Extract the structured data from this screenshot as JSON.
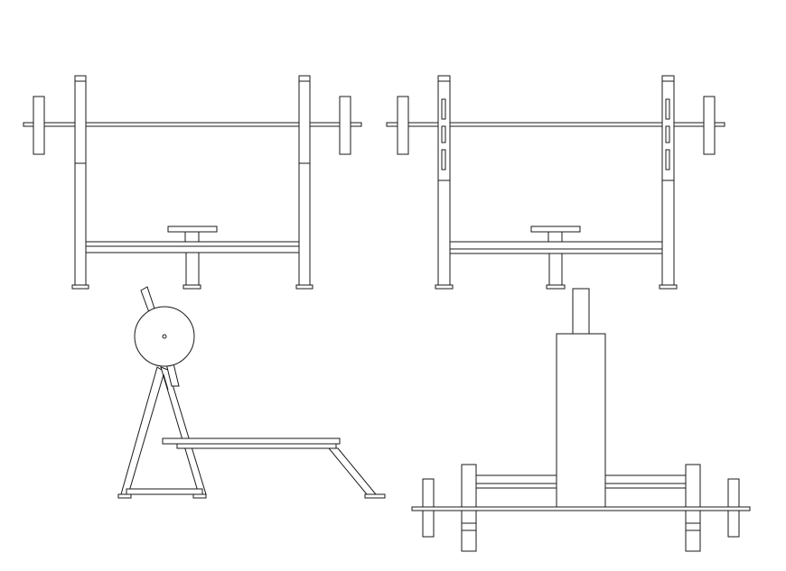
{
  "drawing": {
    "line_color": "#1a1a1a",
    "background": "#ffffff",
    "views": [
      {
        "id": "front-view-plain"
      },
      {
        "id": "front-view-slotted"
      },
      {
        "id": "side-view"
      },
      {
        "id": "rear-view"
      }
    ]
  }
}
